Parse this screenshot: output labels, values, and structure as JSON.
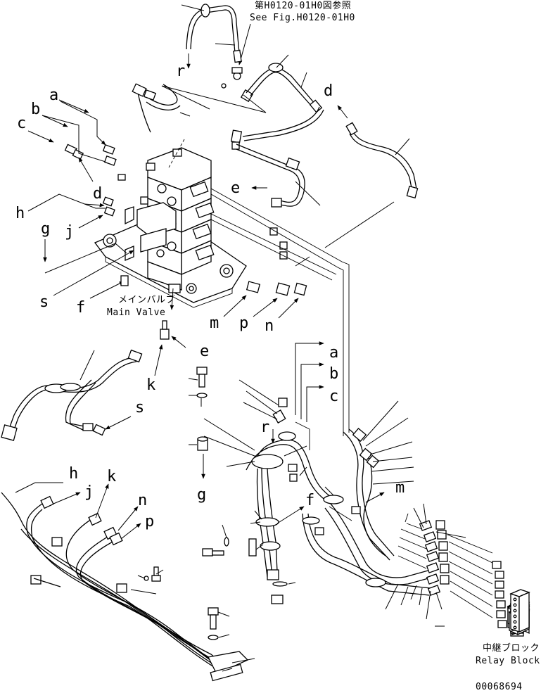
{
  "references": {
    "see_fig_jp": "第H0120-01H0図参照",
    "see_fig_en": "See Fig.H0120-01H0"
  },
  "captions": {
    "main_valve_jp": "メインバルブ",
    "main_valve_en": "Main Valve",
    "relay_block_jp": "中継ブロック",
    "relay_block_en": "Relay Block"
  },
  "drawing_number": "00068694",
  "callouts": {
    "a": "a",
    "b": "b",
    "c": "c",
    "d": "d",
    "e": "e",
    "f": "f",
    "g": "g",
    "h": "h",
    "j": "j",
    "k": "k",
    "m": "m",
    "n": "n",
    "p": "p",
    "r": "r",
    "s": "s"
  }
}
